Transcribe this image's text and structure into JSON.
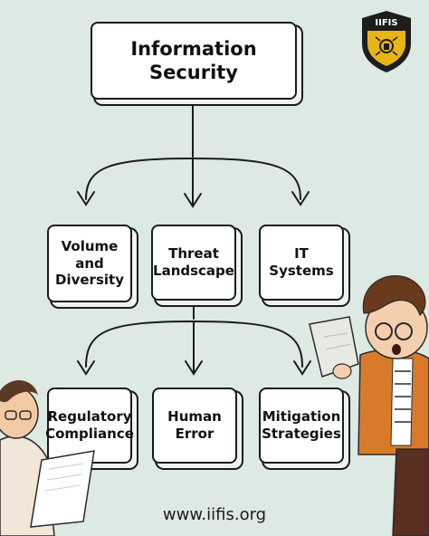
{
  "brand": {
    "badge_text": "IIFIS",
    "badge_color": "#e9b516",
    "badge_dark": "#1d1d1d"
  },
  "diagram": {
    "root": "Information\nSecurity",
    "row1": [
      "Volume\nand\nDiversity",
      "Threat\nLandscape",
      "IT Systems"
    ],
    "row2": [
      "Regulatory\nCompliance",
      "Human\nError",
      "Mitigation\nStrategies"
    ]
  },
  "footer": {
    "url": "www.iifis.org"
  },
  "colors": {
    "background": "#dde9e3",
    "stroke": "#1b1b1b",
    "box": "#ffffff"
  }
}
